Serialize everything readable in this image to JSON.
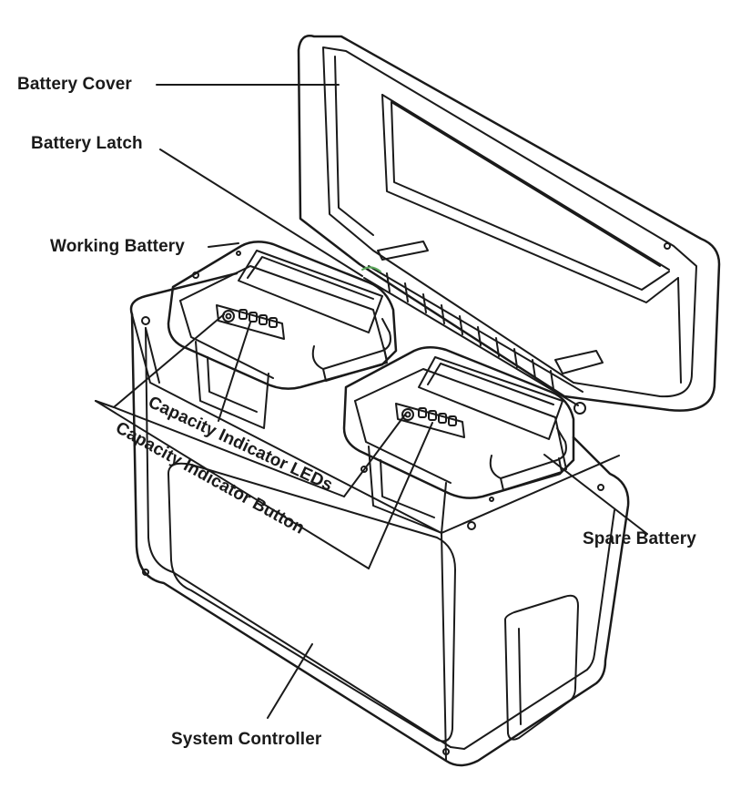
{
  "labels": {
    "battery_cover": "Battery Cover",
    "battery_latch": "Battery Latch",
    "working_battery": "Working Battery",
    "capacity_leds": "Capacity Indicator LEDs",
    "capacity_button": "Capacity Indicator Button",
    "spare_battery": "Spare Battery",
    "system_controller": "System Controller"
  },
  "colors": {
    "ink": "#1a1a1a",
    "background": "#ffffff",
    "accent_green": "#5aa65a"
  }
}
